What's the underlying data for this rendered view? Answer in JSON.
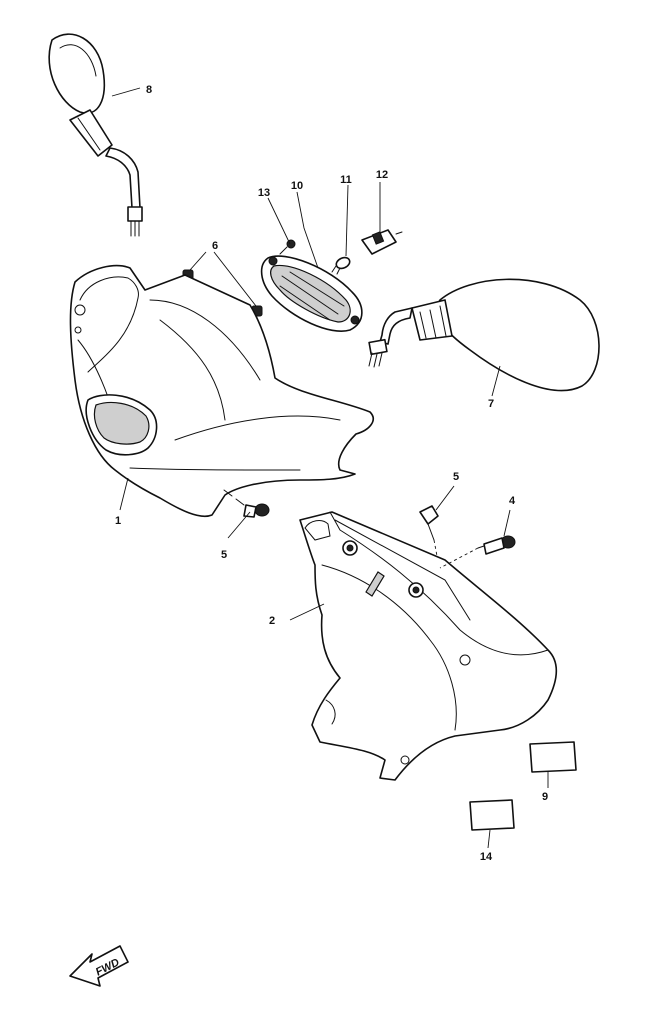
{
  "callouts": {
    "c1": "1",
    "c2": "2",
    "c4": "4",
    "c5a": "5",
    "c5b": "5",
    "c6": "6",
    "c7": "7",
    "c8": "8",
    "c9": "9",
    "c10": "10",
    "c11": "11",
    "c12": "12",
    "c13": "13",
    "c14": "14"
  },
  "fwd_label": "FWD"
}
